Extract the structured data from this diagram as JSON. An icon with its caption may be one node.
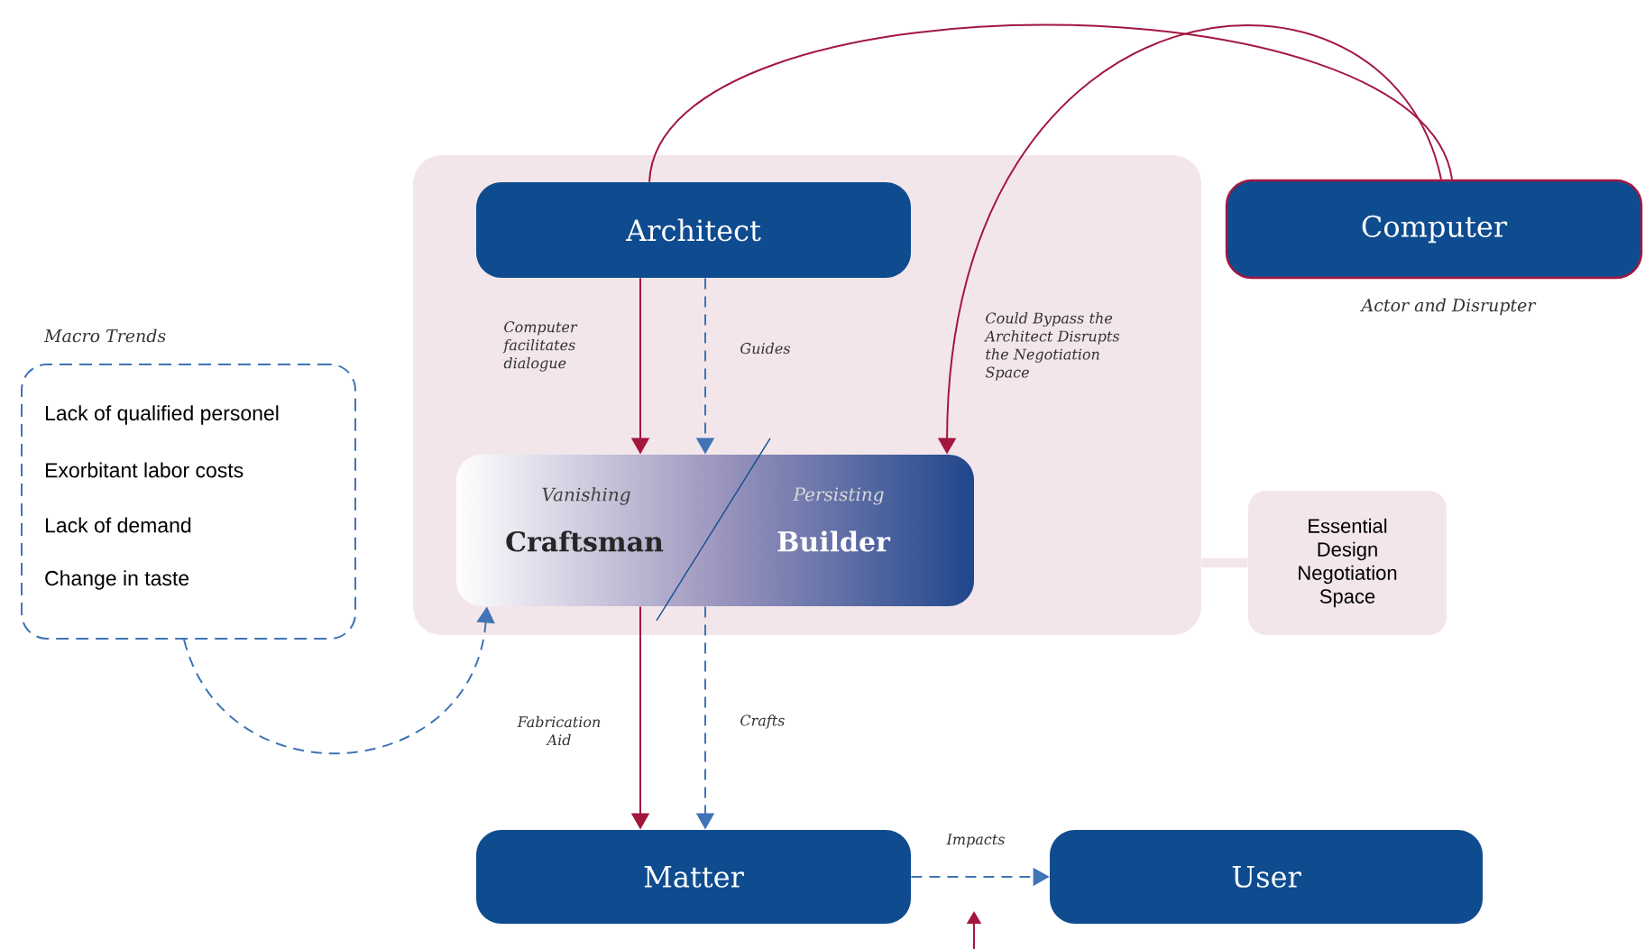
{
  "diagram": {
    "nodes": [
      {
        "text": [],
        "shape": "box"
      },
      {
        "text": [
          "Architect"
        ],
        "in": 0
      },
      {
        "text": [
          "Computer"
        ],
        "beside": [
          "Actor and Disrupter"
        ]
      },
      {
        "text": [
          "Macro Trends",
          "Lack of qualified personel",
          "Exorbitant labor costs",
          "Lack of demand",
          "Change in taste"
        ]
      },
      {
        "text": [
          "Vanishing",
          "Craftsman",
          "Persisting",
          "Builder"
        ],
        "in": 0
      },
      {
        "text": [
          "Essential Design Negotiation Space"
        ]
      },
      {
        "text": [
          "Matter"
        ]
      },
      {
        "text": [
          "User"
        ]
      }
    ],
    "edges": [
      {
        "from": 2,
        "to": 1,
        "arrow": "none",
        "color": "#a3173f"
      },
      {
        "from": 2,
        "to": 4,
        "arrow": "to",
        "label": "Could Bypass the Architect Disrupts the Negotiation Space",
        "color": "#a3173f"
      },
      {
        "from": 1,
        "to": 4,
        "arrow": "to",
        "label": "Computer facilitates dialogue",
        "color": "#a3173f"
      },
      {
        "from": 1,
        "to": 4,
        "arrow": "to",
        "label": "Guides",
        "style": "dashed",
        "color": "#3f74b5"
      },
      {
        "from": 4,
        "to": 6,
        "arrow": "to",
        "label": "Fabrication Aid",
        "color": "#a3173f"
      },
      {
        "from": 4,
        "to": 6,
        "arrow": "to",
        "label": "Crafts",
        "style": "dashed",
        "color": "#3f74b5"
      },
      {
        "from": 6,
        "to": 7,
        "arrow": "to",
        "label": "Impacts",
        "style": "dashed",
        "color": "#3f74b5"
      },
      {
        "from": 3,
        "to": 4,
        "arrow": "to",
        "style": "dashed",
        "color": "#3f74b5"
      },
      {
        "from": 5,
        "to": 0,
        "arrow": "none",
        "style": "thick",
        "color": "#f3e6ea"
      }
    ]
  }
}
